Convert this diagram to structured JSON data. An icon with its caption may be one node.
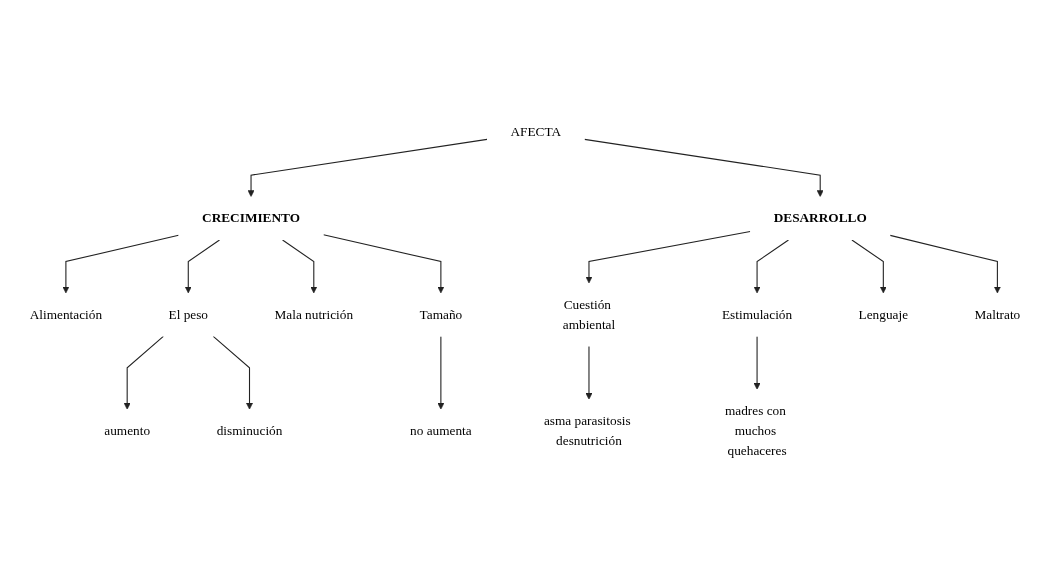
{
  "diagram": {
    "nodes": [
      {
        "text": [
          "AFECTA"
        ]
      },
      {
        "text": [
          "CRECIMIENTO"
        ]
      },
      {
        "text": [
          "DESARROLLO"
        ]
      },
      {
        "text": [
          "Alimentación"
        ]
      },
      {
        "text": [
          "El peso"
        ]
      },
      {
        "text": [
          "Mala nutrición"
        ]
      },
      {
        "text": [
          "Tamaño"
        ]
      },
      {
        "text": [
          "aumento"
        ]
      },
      {
        "text": [
          "disminución"
        ]
      },
      {
        "text": [
          "no aumenta"
        ]
      },
      {
        "text": [
          "Cuestión ambiental"
        ]
      },
      {
        "text": [
          "Estimulación"
        ]
      },
      {
        "text": [
          "Lenguaje"
        ]
      },
      {
        "text": [
          "Maltrato"
        ]
      },
      {
        "text": [
          "asma parasitosis desnutrición"
        ]
      },
      {
        "text": [
          "madres con muchos quehaceres"
        ]
      }
    ],
    "edges": [
      {
        "from": 0,
        "to": 1,
        "arrow": "to"
      },
      {
        "from": 0,
        "to": 2,
        "arrow": "to"
      },
      {
        "from": 1,
        "to": 3,
        "arrow": "to"
      },
      {
        "from": 1,
        "to": 4,
        "arrow": "to"
      },
      {
        "from": 1,
        "to": 5,
        "arrow": "to"
      },
      {
        "from": 1,
        "to": 6,
        "arrow": "to"
      },
      {
        "from": 4,
        "to": 7,
        "arrow": "to"
      },
      {
        "from": 4,
        "to": 8,
        "arrow": "to"
      },
      {
        "from": 6,
        "to": 9,
        "arrow": "to"
      },
      {
        "from": 2,
        "to": 10,
        "arrow": "to"
      },
      {
        "from": 2,
        "to": 11,
        "arrow": "to"
      },
      {
        "from": 2,
        "to": 12,
        "arrow": "to"
      },
      {
        "from": 2,
        "to": 13,
        "arrow": "to"
      },
      {
        "from": 10,
        "to": 14,
        "arrow": "to"
      },
      {
        "from": 11,
        "to": 15,
        "arrow": "to"
      }
    ]
  }
}
